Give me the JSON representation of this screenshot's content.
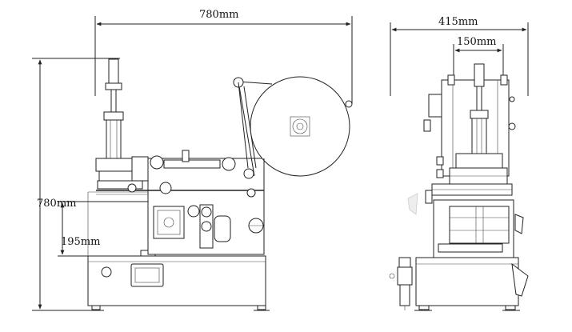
{
  "dimensions": {
    "front_width": "780mm",
    "front_height": "780mm",
    "front_base_height": "195mm",
    "side_width": "415mm",
    "side_inner_width": "150mm"
  },
  "colors": {
    "line": "#222222",
    "background": "#ffffff"
  }
}
